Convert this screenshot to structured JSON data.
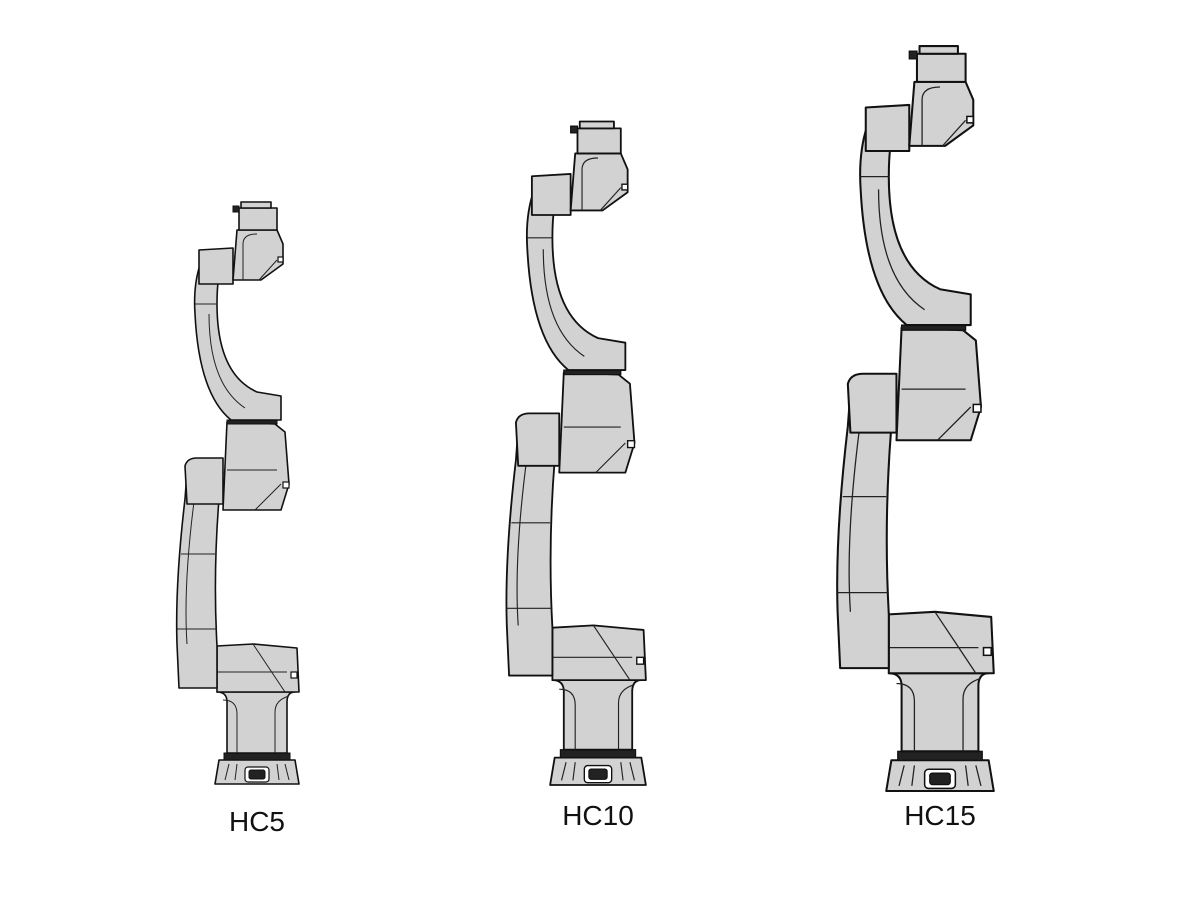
{
  "robots": [
    {
      "model": "HC5"
    },
    {
      "model": "HC10"
    },
    {
      "model": "HC15"
    }
  ],
  "colors": {
    "body": "#d2d2d2",
    "outline": "#111111",
    "background": "#ffffff"
  }
}
